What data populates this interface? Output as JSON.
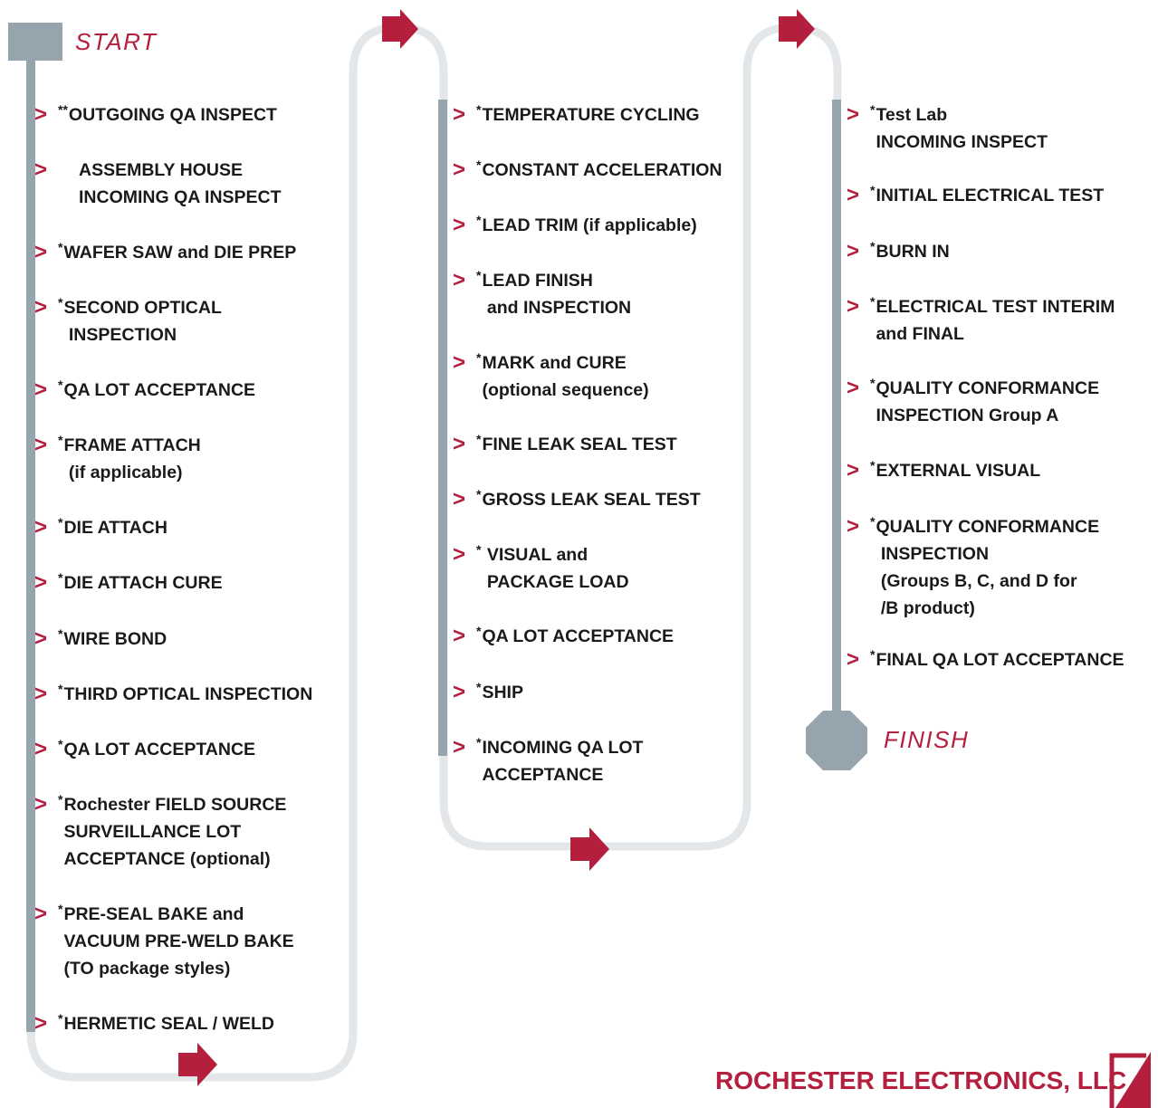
{
  "terminals": {
    "start": "START",
    "finish": "FINISH"
  },
  "columns": [
    {
      "steps": [
        {
          "prefix": "**",
          "label": "OUTGOING QA INSPECT"
        },
        {
          "prefix": "",
          "label": "ASSEMBLY HOUSE\nINCOMING QA INSPECT"
        },
        {
          "prefix": "*",
          "label": "WAFER SAW and DIE PREP"
        },
        {
          "prefix": "*",
          "label": "SECOND OPTICAL\n INSPECTION"
        },
        {
          "prefix": "*",
          "label": "QA LOT ACCEPTANCE"
        },
        {
          "prefix": "*",
          "label": "FRAME ATTACH\n (if applicable)"
        },
        {
          "prefix": "*",
          "label": "DIE ATTACH"
        },
        {
          "prefix": "*",
          "label": "DIE ATTACH CURE"
        },
        {
          "prefix": "*",
          "label": "WIRE BOND"
        },
        {
          "prefix": "*",
          "label": "THIRD OPTICAL INSPECTION"
        },
        {
          "prefix": "*",
          "label": "QA LOT ACCEPTANCE"
        },
        {
          "prefix": "*",
          "label": "Rochester FIELD SOURCE\nSURVEILLANCE LOT\nACCEPTANCE (optional)"
        },
        {
          "prefix": "*",
          "label": "PRE-SEAL BAKE and\nVACUUM PRE-WELD BAKE\n(TO package styles)"
        },
        {
          "prefix": "*",
          "label": "HERMETIC SEAL / WELD"
        }
      ]
    },
    {
      "steps": [
        {
          "prefix": "*",
          "label": "TEMPERATURE CYCLING"
        },
        {
          "prefix": "*",
          "label": "CONSTANT ACCELERATION"
        },
        {
          "prefix": "*",
          "label": "LEAD TRIM (if applicable)"
        },
        {
          "prefix": "*",
          "label": "LEAD FINISH\n and INSPECTION"
        },
        {
          "prefix": "*",
          "label": "MARK and CURE\n(optional sequence)"
        },
        {
          "prefix": "*",
          "label": "FINE LEAK SEAL TEST"
        },
        {
          "prefix": "*",
          "label": "GROSS LEAK SEAL TEST"
        },
        {
          "prefix": "*",
          "label": " VISUAL and\n PACKAGE LOAD"
        },
        {
          "prefix": "*",
          "label": "QA LOT ACCEPTANCE"
        },
        {
          "prefix": "*",
          "label": "SHIP"
        },
        {
          "prefix": "*",
          "label": "INCOMING QA LOT\nACCEPTANCE"
        }
      ]
    },
    {
      "steps": [
        {
          "prefix": "*",
          "label": "Test Lab\nINCOMING INSPECT"
        },
        {
          "prefix": "*",
          "label": "INITIAL ELECTRICAL TEST"
        },
        {
          "prefix": "*",
          "label": "BURN IN"
        },
        {
          "prefix": "*",
          "label": "ELECTRICAL TEST INTERIM\nand FINAL"
        },
        {
          "prefix": "*",
          "label": "QUALITY CONFORMANCE\nINSPECTION Group A"
        },
        {
          "prefix": "*",
          "label": "EXTERNAL VISUAL"
        },
        {
          "prefix": "*",
          "label": "QUALITY CONFORMANCE\n INSPECTION\n (Groups B, C, and D for\n /B product)"
        },
        {
          "prefix": "*",
          "label": "FINAL QA LOT ACCEPTANCE"
        }
      ]
    }
  ],
  "company": "ROCHESTER ELECTRONICS, LLC",
  "colors": {
    "accent": "#b31f3d",
    "bar": "#96a4ae",
    "track": "#e4e7ea",
    "text": "#1a1a1a"
  }
}
